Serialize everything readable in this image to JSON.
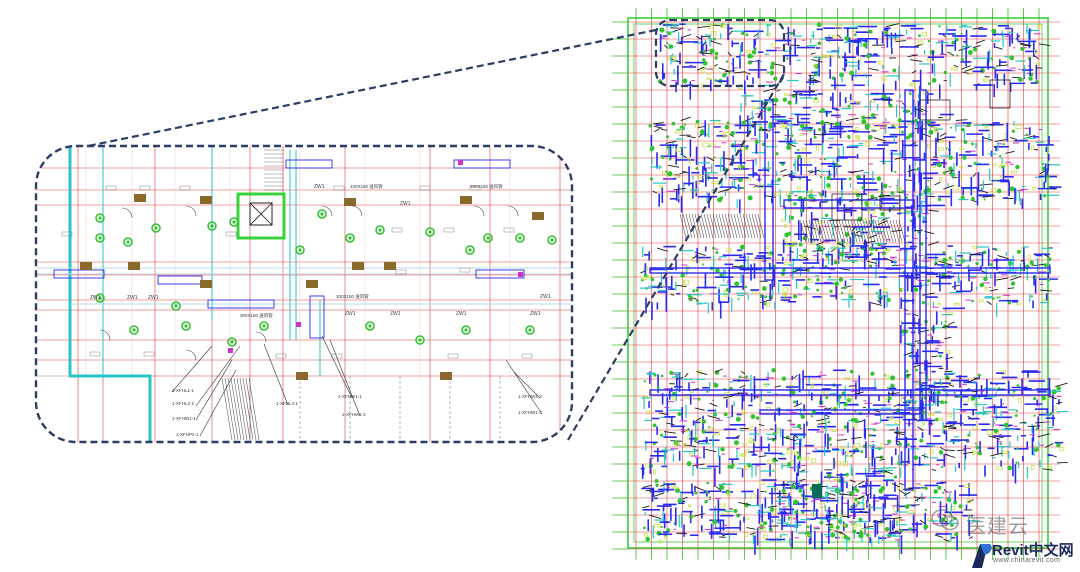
{
  "colors": {
    "grid_red": "#e23a3a",
    "grid_green": "#3ad13a",
    "duct_blue": "#2a2af0",
    "cyan": "#26c6c6",
    "yellow_green": "#c8e34a",
    "callout_dash": "#2c3e66",
    "tag_magenta": "#cc33cc",
    "door_brown": "#8a6a2a",
    "green_lamp": "#31c431"
  },
  "detail_view": {
    "room_labels": [
      "ZW1",
      "ZW1",
      "ZW1",
      "ZW1",
      "ZW1",
      "ZW1",
      "ZW1",
      "ZW1",
      "ZW1",
      "ZW1"
    ],
    "duct_tags": [
      "400X150 送风管",
      "350X150 送风管",
      "300X150 送风管",
      "300X150 送风管"
    ],
    "equipment_tags": [
      "1-XFHL1-1",
      "1-XFHL2-1",
      "1-XFHW1-1",
      "1-XFHP2-1",
      "1-XFHL4-1",
      "1-XFHW1-1",
      "1-XFHW1-2",
      "1-XFHW1-3",
      "1-XFHW1-3"
    ]
  },
  "watermark": {
    "text": "医建云",
    "icon": "wechat-icon"
  },
  "logo": {
    "brand": "Revit中文网",
    "url": "www.chinarevit.com",
    "icon": "revit-r-icon"
  }
}
